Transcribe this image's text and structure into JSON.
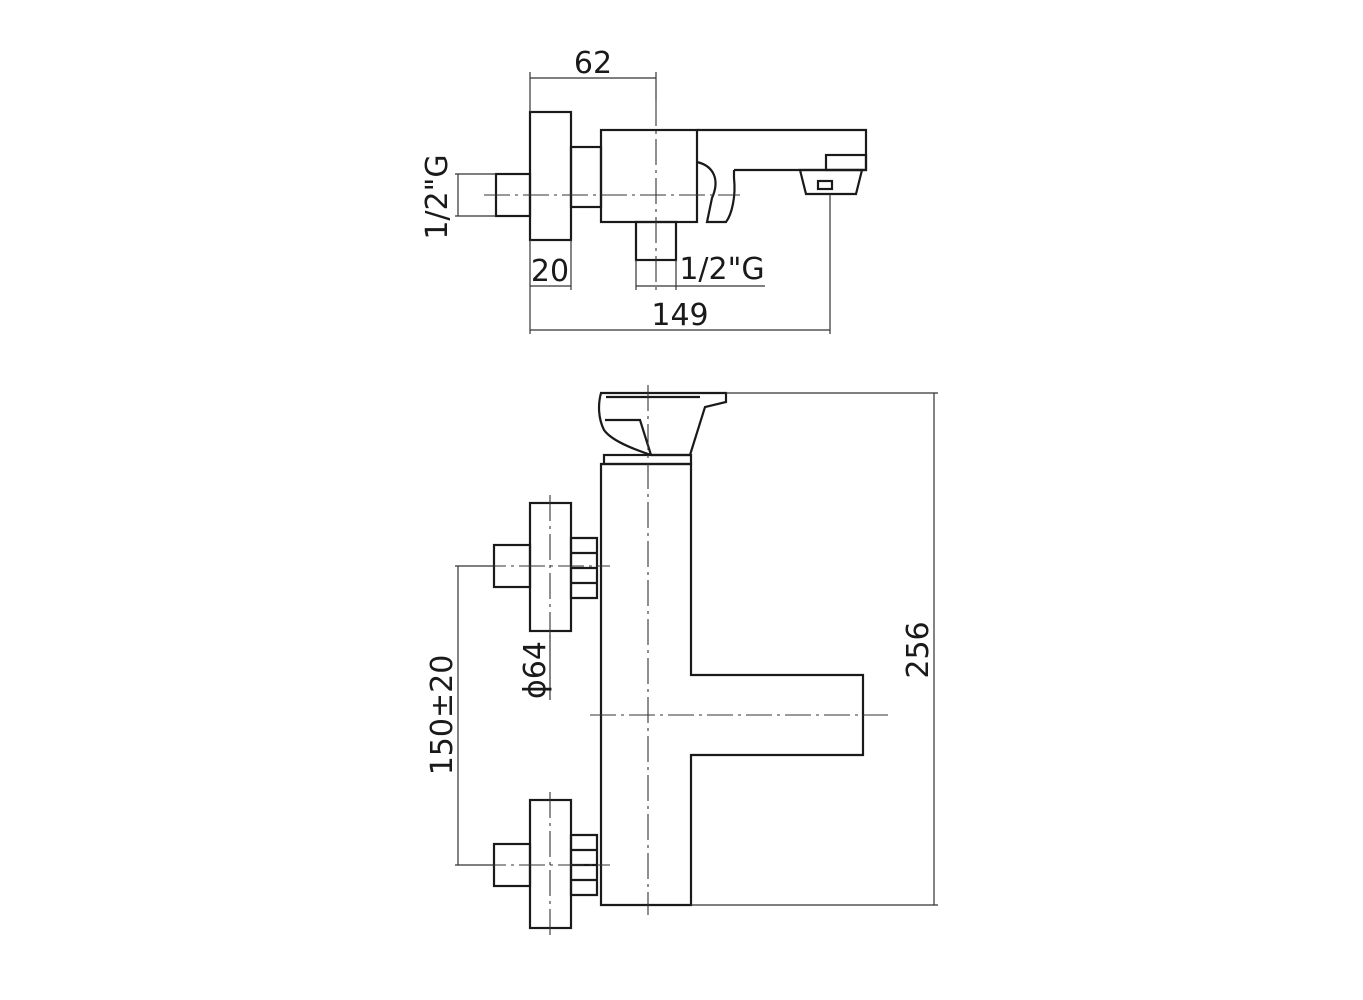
{
  "dimensions": {
    "depth_62": "62",
    "inlet_thread_left": "1/2\"G",
    "flange_20": "20",
    "outlet_thread": "1/2\"G",
    "projection_149": "149",
    "flange_diameter": "ϕ64",
    "centres": "150±20",
    "height_256": "256"
  }
}
